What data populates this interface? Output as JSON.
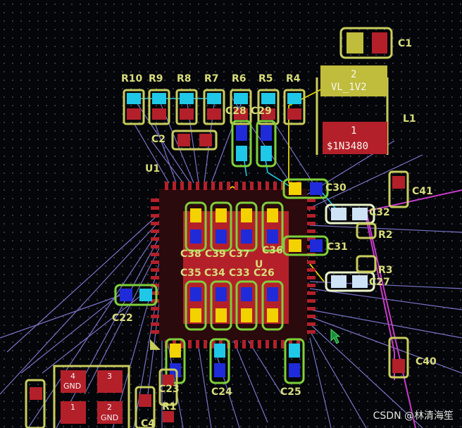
{
  "watermark": "CSDN @林清海笙",
  "colors": {
    "background": "#05060a",
    "silkscreen": "#c9cd5c",
    "top_copper": "#b4202a",
    "bottom_copper": "#1f2bd8",
    "pad_yellow": "#f2d200",
    "pad_cyan": "#1fc8e6",
    "ratsnest": "#8a86e6",
    "highlight_net": "#c83cc8"
  },
  "components": {
    "resistors_row": [
      "R10",
      "R9",
      "R8",
      "R7",
      "R6",
      "R5",
      "R4"
    ],
    "c1": "C1",
    "c2": "C2",
    "l1": "L1",
    "l1_pin2": "2",
    "l1_pin2_net": "VL_1V2",
    "l1_pin1": "1",
    "l1_pin1_net": "$1N3480",
    "u1": "U1",
    "c28": "C28",
    "c29": "C29",
    "c30": "C30",
    "c31": "C31",
    "c32": "C32",
    "c33": "C33",
    "c34": "C34",
    "c35": "C35",
    "c36": "C36",
    "c37": "C37",
    "c38": "C38",
    "c39": "C39",
    "c40": "C40",
    "c41": "C41",
    "c22": "C22",
    "c23": "C23",
    "c24": "C24",
    "c25": "C25",
    "c26": "C26",
    "c27": "C27",
    "r1": "R1",
    "r2": "R2",
    "r3": "R3",
    "c4": "C4",
    "u_inside": "U",
    "conn_pin4": "4",
    "conn_pin3": "3",
    "conn_pin1": "1",
    "conn_pin2": "2",
    "conn_gnd": "GND"
  }
}
